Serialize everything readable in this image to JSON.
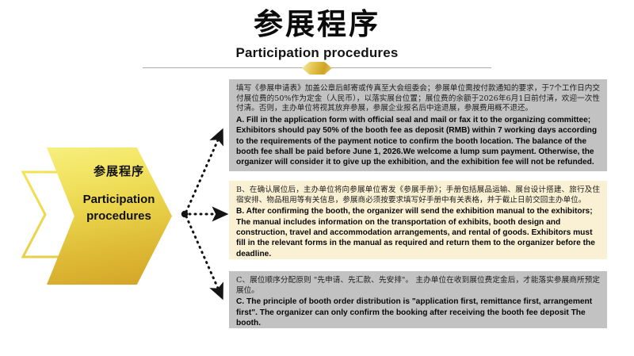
{
  "slide": {
    "title_cn": "参展程序",
    "title_en": "Participation procedures",
    "divider_gem_icon": "gold-hexagon-icon"
  },
  "chevron": {
    "outline_icon": "chevron-right-outline-icon",
    "solid_icon": "chevron-right-solid-icon",
    "label_cn": "参展程序",
    "label_en": "Participation procedures"
  },
  "connectors": {
    "hub_icon": "connector-hub-dot-icon",
    "arrow_up_icon": "dotted-arrow-up-icon",
    "arrow_mid_icon": "dotted-arrow-right-icon",
    "arrow_down_icon": "dotted-arrow-down-icon"
  },
  "blocks": [
    {
      "id": "A",
      "background": "#c2c2c2",
      "text_cn": "填写《参展申请表》加盖公章后邮寄或传真至大会组委会；参展单位需按付款通知的要求，于7个工作日内交付展位费的50%作为定金（人民币），以落实展台位置；展位费的余额于2026年6月1日前付清，欢迎一次性付清。否则，主办单位将视其放弃参展，参展企业报名后中途退展，参展费用概不退还。",
      "text_en": "A. Fill in the application form with official seal and mail or fax it to the organizing committee; Exhibitors should pay 50% of the booth fee as deposit (RMB) within 7 working days according to the requirements of the payment notice to confirm the booth location. The balance of the booth fee shall be paid before June 1, 2026.We welcome a lump sum payment. Otherwise, the organizer will consider it to give up the exhibition, and the exhibition fee will not be refunded."
    },
    {
      "id": "B",
      "background": "#faf1d4",
      "text_cn": "B、在确认展位后，主办单位将向参展单位寄发《参展手册》；手册包括展品运输、展台设计搭建、旅行及住宿安排、物品租用等有关信息，参展商必须按要求填写好手册中有关表格，并于截止日前交回主办单位。",
      "text_en": "B. After confirming the booth, the organizer will send the exhibition manual to the exhibitors; The manual includes information on the transportation of exhibits, booth design and construction, travel and accommodation arrangements, and rental of goods. Exhibitors must fill in the relevant forms in the manual as required and return them to the organizer before the deadline."
    },
    {
      "id": "C",
      "background": "#c2c2c2",
      "text_cn": "C、展位顺序分配原则 \"先申请、先汇款、先安排\"。 主办单位在收到展位费定金后，才能落实参展商所预定展位。",
      "text_en": "C. The principle of booth order distribution is \"application first, remittance first, arrangement first\". The organizer can only confirm the booking after receiving the booth fee deposit The booth."
    }
  ]
}
